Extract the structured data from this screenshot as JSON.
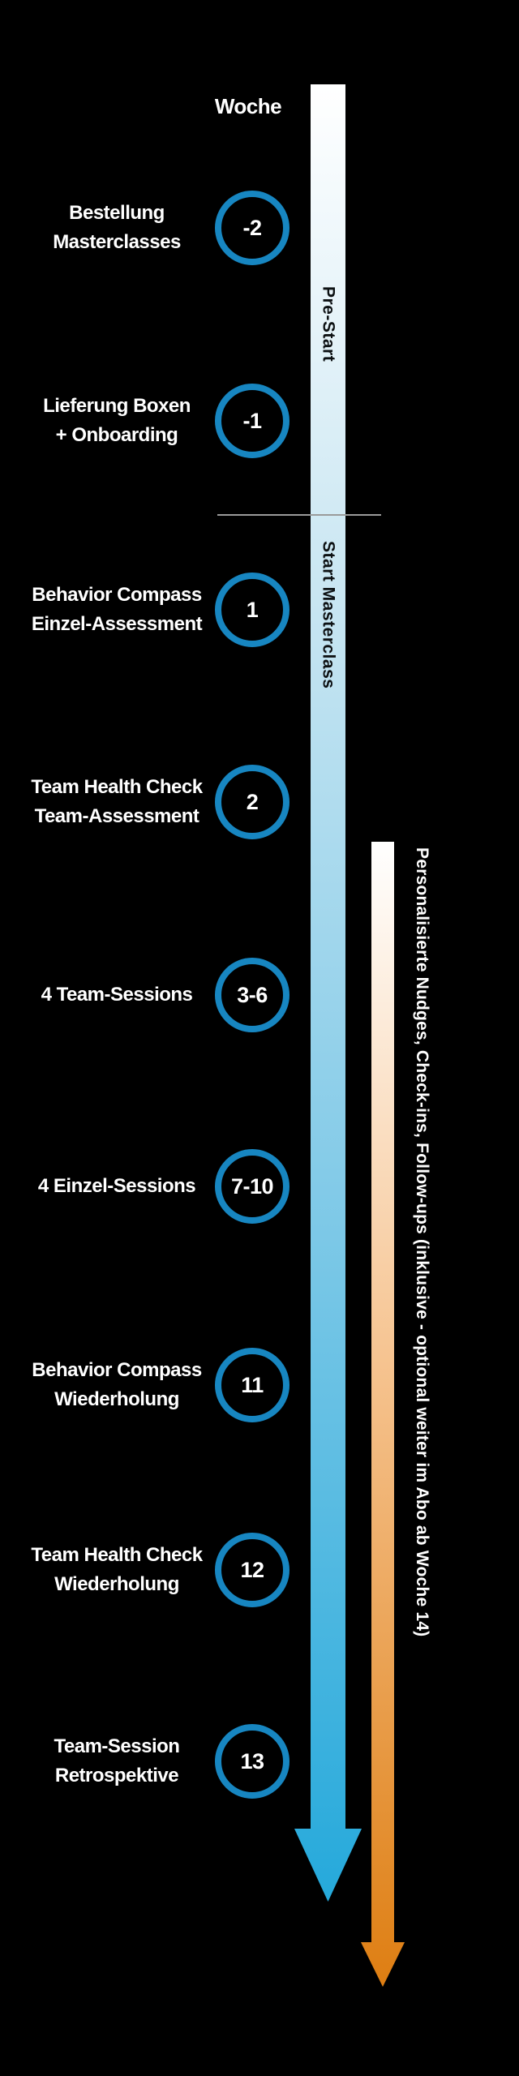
{
  "header": {
    "week_label": "Woche"
  },
  "timeline": {
    "segments": [
      {
        "label": "Pre-Start"
      },
      {
        "label": "Start Masterclass"
      }
    ],
    "milestones": [
      {
        "week": "-2",
        "label": "Bestellung\nMasterclasses"
      },
      {
        "week": "-1",
        "label": "Lieferung Boxen\n+ Onboarding"
      },
      {
        "week": "1",
        "label": "Behavior Compass\nEinzel-Assessment"
      },
      {
        "week": "2",
        "label": "Team Health Check\nTeam-Assessment"
      },
      {
        "week": "3-6",
        "label": "4 Team-Sessions"
      },
      {
        "week": "7-10",
        "label": "4 Einzel-Sessions"
      },
      {
        "week": "11",
        "label": "Behavior Compass\nWiederholung"
      },
      {
        "week": "12",
        "label": "Team Health Check\nWiederholung"
      },
      {
        "week": "13",
        "label": "Team-Session\nRetrospektive"
      }
    ]
  },
  "side_arrow": {
    "label": "Personalisierte Nudges, Check-ins, Follow-ups (inklusive - optional weiter im Abo ab Woche 14)"
  },
  "colors": {
    "background": "#000000",
    "label_white": "#ffffff",
    "circle_stroke": "#1786c1",
    "separator_gray": "#9a9a9a",
    "blue_top": "#ffffff",
    "blue_light": "#c9e6f2",
    "blue_mid": "#84cbe8",
    "blue_bottom": "#25a9db",
    "orange_top": "#ffffff",
    "orange_mid": "#f6c491",
    "orange_bottom": "#de7e12"
  }
}
